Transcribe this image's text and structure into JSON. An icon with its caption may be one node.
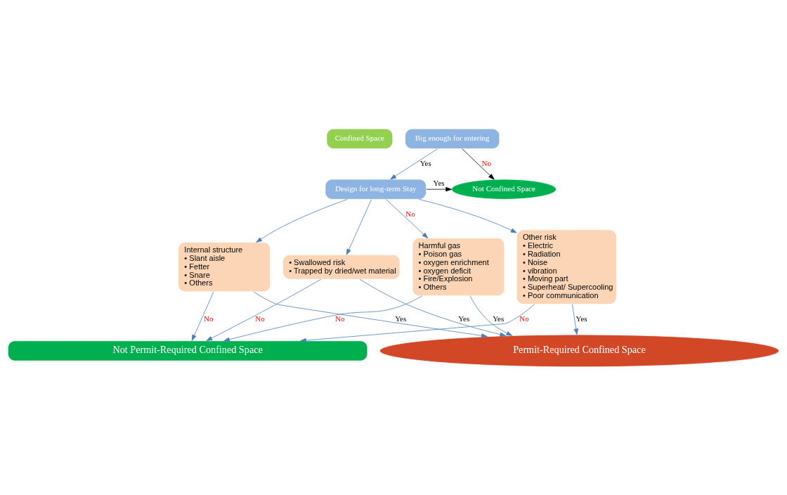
{
  "diagram": {
    "nodes": [
      {
        "text": [
          "Confined Space"
        ]
      },
      {
        "text": [
          "Big enough for entering"
        ]
      },
      {
        "text": [
          "Design for long-term Stay"
        ]
      },
      {
        "text": [
          "Not Confined Space"
        ]
      },
      {
        "text": [
          "Harmful gas",
          "• Poison gas",
          "• oxygen enrichment",
          "• oxygen deficit",
          "• Fire/Explosion",
          "• Others"
        ]
      },
      {
        "text": [
          "• Swallowed risk",
          "• Trapped by dried/wet material"
        ]
      },
      {
        "text": [
          "Internal structure",
          "• Slant aisle",
          "• Fetter",
          "• Snare",
          "• Others"
        ]
      },
      {
        "text": [
          "Other risk",
          "• Electric",
          "• Radiation",
          "• Noise",
          "• vibration",
          "• Moving part",
          "• Superheat/ Supercooling",
          "• Poor communication"
        ]
      },
      {
        "text": [
          "Not Permit-Required Confined Space"
        ]
      },
      {
        "text": [
          "Permit-Required Confined Space"
        ]
      }
    ],
    "edges": [
      {
        "from": 1,
        "to": 3,
        "arrow": "to",
        "label": "No",
        "color": "#000000"
      },
      {
        "from": 1,
        "to": 2,
        "arrow": "to",
        "label": "Yes"
      },
      {
        "from": 2,
        "to": 3,
        "arrow": "to",
        "label": "Yes",
        "color": "#000000"
      },
      {
        "from": 2,
        "to": 4,
        "arrow": "to",
        "label": "No"
      },
      {
        "from": 2,
        "to": 5,
        "arrow": "to"
      },
      {
        "from": 2,
        "to": 6,
        "arrow": "to"
      },
      {
        "from": 2,
        "to": 7,
        "arrow": "to"
      },
      {
        "from": 4,
        "to": 8,
        "arrow": "to",
        "label": "No"
      },
      {
        "from": 4,
        "to": 9,
        "arrow": "to",
        "label": "Yes"
      },
      {
        "from": 5,
        "to": 8,
        "arrow": "to",
        "label": "No"
      },
      {
        "from": 5,
        "to": 9,
        "arrow": "to",
        "label": "Yes"
      },
      {
        "from": 6,
        "to": 8,
        "arrow": "to",
        "label": "No"
      },
      {
        "from": 6,
        "to": 9,
        "arrow": "to",
        "label": "Yes"
      },
      {
        "from": 7,
        "to": 8,
        "arrow": "to",
        "label": "No"
      },
      {
        "from": 7,
        "to": 9,
        "arrow": "to",
        "label": "Yes"
      }
    ]
  }
}
